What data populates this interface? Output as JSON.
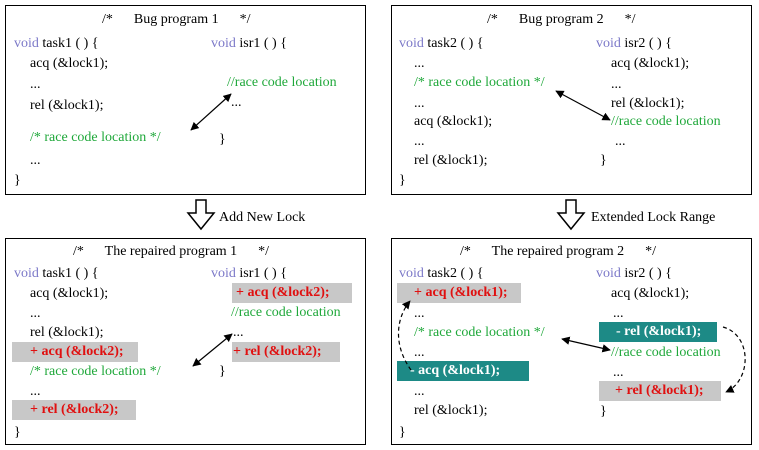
{
  "panel1": {
    "title": "/*      Bug program 1      */",
    "task_kw": "void",
    "task_sig": "task1 ( ) {",
    "isr_kw": "void",
    "isr_sig": "isr1 ( ) {",
    "task_lines": [
      "acq (&lock1);",
      "...",
      "rel (&lock1);",
      "/* race code location */",
      "...",
      "}"
    ],
    "isr_lines": [
      "//race code location",
      "...",
      "}"
    ]
  },
  "panel2": {
    "title": "/*      Bug program 2      */",
    "task_kw": "void",
    "task_sig": "task2 ( ) {",
    "isr_kw": "void",
    "isr_sig": "isr2 ( ) {",
    "task_lines": [
      "...",
      "/* race code location */",
      "...",
      "acq (&lock1);",
      "...",
      "rel (&lock1);",
      "}"
    ],
    "isr_lines": [
      "acq (&lock1);",
      "...",
      "rel (&lock1);",
      "//race code location",
      "...",
      "}"
    ]
  },
  "panel3": {
    "title": "/*      The repaired program 1      */",
    "task_kw": "void",
    "task_sig": "task1 ( ) {",
    "isr_kw": "void",
    "isr_sig": "isr1 ( ) {",
    "task_lines": [
      "acq (&lock1);",
      "...",
      "rel (&lock1);",
      "+ acq (&lock2);",
      "/* race code location */",
      "...",
      "+ rel (&lock2);",
      "}"
    ],
    "isr_lines": [
      "+ acq (&lock2);",
      "//race code location",
      "...",
      "+ rel (&lock2);",
      "}"
    ]
  },
  "panel4": {
    "title": "/*      The repaired program 2      */",
    "task_kw": "void",
    "task_sig": "task2 ( ) {",
    "isr_kw": "void",
    "isr_sig": "isr2 ( ) {",
    "task_lines": [
      "+ acq (&lock1);",
      "...",
      "/* race code location */",
      "...",
      "- acq (&lock1);",
      "...",
      "rel (&lock1);",
      "}"
    ],
    "isr_lines": [
      "acq (&lock1);",
      "...",
      "- rel (&lock1);",
      "//race code location",
      "...",
      "+ rel (&lock1);",
      "}"
    ]
  },
  "transitions": {
    "left": "Add New Lock",
    "right": "Extended Lock Range"
  },
  "colors": {
    "keyword": "#7b78c8",
    "comment": "#1fa83a",
    "added_text": "#e01010",
    "added_bg": "#c8c8c8",
    "removed_bg": "#1d8a86"
  }
}
